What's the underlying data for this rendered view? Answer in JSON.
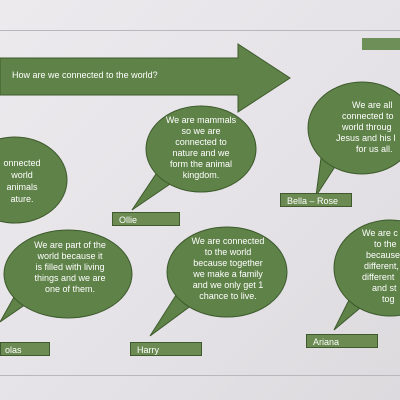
{
  "banner": {
    "text": "How are we connected to the world?"
  },
  "colors": {
    "bubble": "#5f8248",
    "outline": "#3d5a2c",
    "paper": "#e8e6e9"
  },
  "bubbles": [
    {
      "id": "left-top",
      "lines": [
        "onnected",
        "world",
        "animals",
        "ature."
      ]
    },
    {
      "id": "ollie",
      "lines": [
        "We are mammals",
        "so we are",
        "connected to",
        "nature and we",
        "form the animal",
        "kingdom."
      ]
    },
    {
      "id": "bella-rose",
      "lines": [
        "We are all",
        "connected to",
        "world throug",
        "Jesus and his l",
        "for us all."
      ]
    },
    {
      "id": "nicholas",
      "lines": [
        "We are part of the",
        "world because it",
        "is filled with living",
        "things and we are",
        "one of them."
      ]
    },
    {
      "id": "harry",
      "lines": [
        "We are connected",
        "to the world",
        "because together",
        "we make a family",
        "and we only get 1",
        "chance to live."
      ]
    },
    {
      "id": "ariana",
      "lines": [
        "We are c",
        "to the",
        "because",
        "different,",
        "different",
        "and st",
        "tog"
      ]
    }
  ],
  "names": {
    "ollie": "Ollie",
    "bella_rose": "Bella – Rose",
    "nicholas": "olas",
    "harry": "Harry",
    "ariana": "Ariana"
  }
}
